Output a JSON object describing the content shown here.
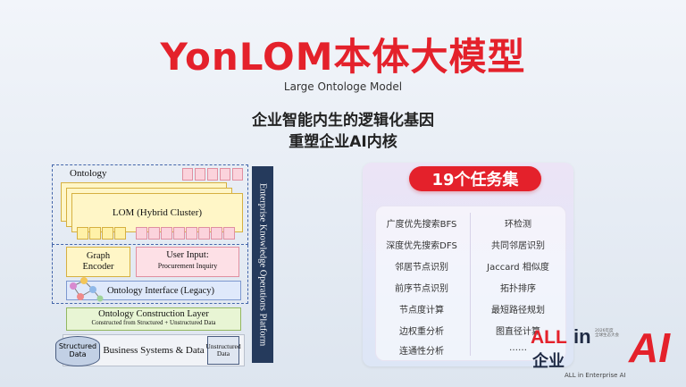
{
  "header": {
    "title": "YonLOM本体大模型",
    "subtitle": "Large Ontologe Model",
    "tagline_1": "企业智能内生的逻辑化基因",
    "tagline_2": "重塑企业AI内核"
  },
  "diagram": {
    "ontology_label": "Ontology",
    "lom_label": "LOM (Hybrid Cluster)",
    "graph_encoder": "Graph Encoder",
    "user_input_title": "User Input:",
    "user_input_sub": "Procurement Inquiry",
    "ontology_interface": "Ontology Interface (Legacy)",
    "construction_title": "Ontology Construction Layer",
    "construction_sub": "Constructed from Structured + Unstructured Data",
    "structured_data": "Structured Data",
    "business_systems": "Business Systems & Data",
    "unstructured_data": "Unstructured Data",
    "platform_label": "Enterprise Knowledge Operations Platform"
  },
  "tasks": {
    "pill_label": "19个任务集",
    "left": [
      "广度优先搜索BFS",
      "深度优先搜索DFS",
      "邻居节点识别",
      "前序节点识别",
      "节点度计算",
      "边权重分析",
      "连通性分析"
    ],
    "right": [
      "环检测",
      "共同邻居识别",
      "Jaccard 相似度",
      "拓扑排序",
      "最短路径规划",
      "图直径计算",
      "……"
    ]
  },
  "logo": {
    "all": "ALL",
    "in": "in",
    "qiye": "企业",
    "ai": "AI",
    "small_line1": "2026年度",
    "small_line2": "全球生态大会",
    "caption": "ALL in Enterprise AI"
  },
  "colors": {
    "brand_red": "#e4212b",
    "platform_navy": "#253a5c"
  }
}
